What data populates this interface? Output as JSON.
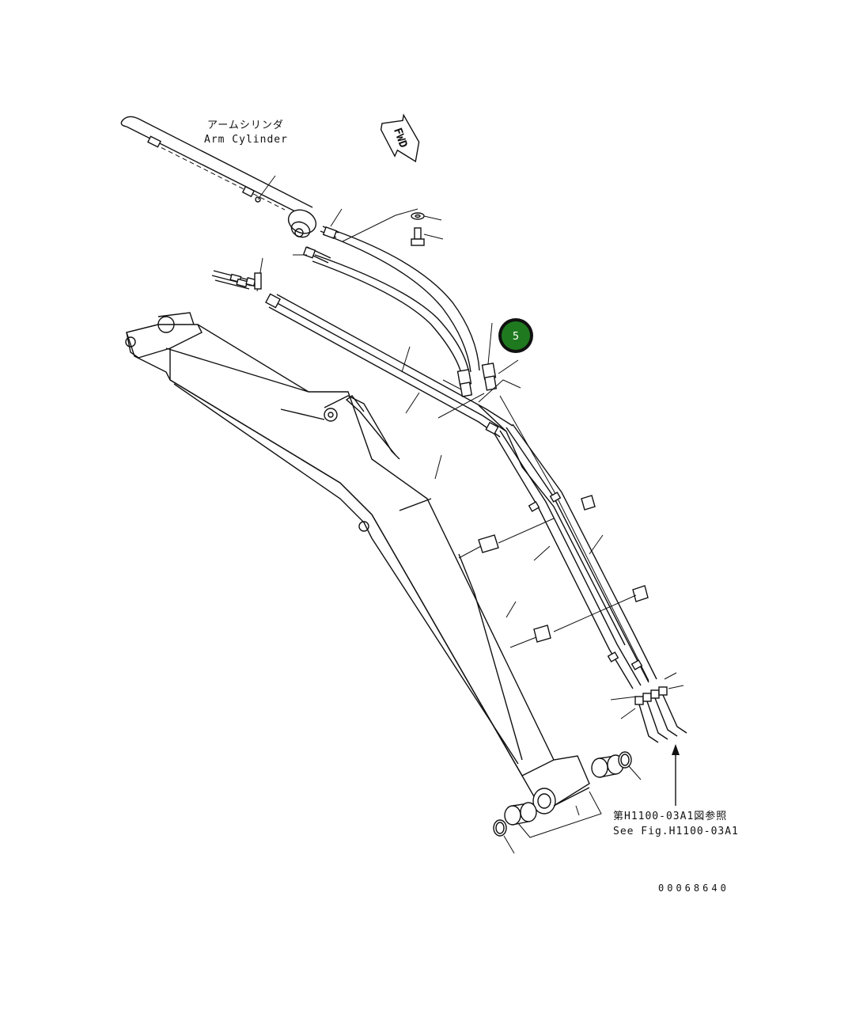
{
  "labels": {
    "arm_cylinder_jp": "アームシリンダ",
    "arm_cylinder_en": "Arm Cylinder",
    "fwd": "FWD",
    "ref_jp": "第H1100-03A1図参照",
    "ref_en": "See Fig.H1100-03A1",
    "drawing_code": "00068640"
  },
  "callouts": [
    {
      "id": "callout-5",
      "number": "5",
      "color": "#1f7a1f"
    }
  ],
  "colors": {
    "line": "#111111",
    "background": "#ffffff",
    "callout_fill": "#1f7a1f",
    "callout_ring": "#111111"
  }
}
